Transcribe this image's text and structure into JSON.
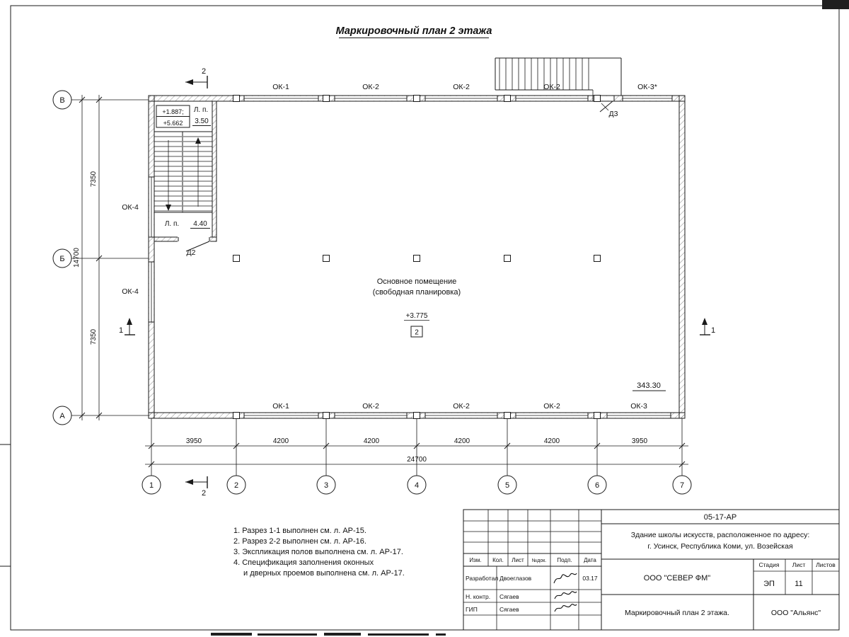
{
  "page": {
    "title": "Маркировочный план 2 этажа"
  },
  "axes": {
    "bottom": [
      "1",
      "2",
      "3",
      "4",
      "5",
      "6",
      "7"
    ],
    "left": [
      "В",
      "Б",
      "А"
    ]
  },
  "windows": {
    "top": [
      "ОК-1",
      "ОК-2",
      "ОК-2",
      "ОК-2",
      "ОК-3*"
    ],
    "bottom": [
      "ОК-1",
      "ОК-2",
      "ОК-2",
      "ОК-2",
      "ОК-3"
    ],
    "left": [
      "ОК-4",
      "ОК-4"
    ]
  },
  "doors": {
    "d2": "Д2",
    "d3": "Д3"
  },
  "stair": {
    "elev_line1": "+1.887;",
    "elev_line2": "+5.662",
    "lp_top_label": "Л. п.",
    "lp_top_value": "3.50",
    "lp_bottom_label": "Л. п.",
    "lp_bottom_value": "4.40"
  },
  "room": {
    "name_line1": "Основное помещение",
    "name_line2": "(свободная планировка)",
    "elevation": "+3.775",
    "number": "2",
    "area": "343.30"
  },
  "sections": {
    "s1": "1",
    "s2": "2"
  },
  "dimensions": {
    "bottom_segments": [
      "3950",
      "4200",
      "4200",
      "4200",
      "4200",
      "3950"
    ],
    "bottom_total": "24700",
    "left_segments": [
      "7350",
      "7350"
    ],
    "left_total": "14700"
  },
  "notes": {
    "line1": "1. Разрез 1-1 выполнен см. л. АР-15.",
    "line2": "2. Разрез 2-2 выполнен см. л. АР-16.",
    "line3": "3. Экспликация полов выполнена см. л. АР-17.",
    "line4": "4. Спецификация заполнения оконных",
    "line5": "и дверных проемов выполнена см. л. АР-17."
  },
  "title_block": {
    "doc_number": "05-17-АР",
    "project_line1": "Здание школы искусств, расположенное по адресу:",
    "project_line2": "г. Усинск, Республика Коми, ул. Возейская",
    "cols": [
      "Изм.",
      "Кол.",
      "Лист",
      "№док.",
      "Подп.",
      "Дата"
    ],
    "row1_role": "Разработал",
    "row1_name": "Двоеглазов",
    "row1_date": "03.17",
    "row2_role": "Н. контр.",
    "row2_name": "Сягаев",
    "row3_role": "ГИП",
    "row3_name": "Сягаев",
    "company": "ООО \"СЕВЕР ФМ\"",
    "stage_label": "Стадия",
    "sheet_label": "Лист",
    "sheets_label": "Листов",
    "stage": "ЭП",
    "sheet": "11",
    "drawing_title": "Маркировочный план 2 этажа.",
    "firm": "ООО \"Альянс\""
  }
}
